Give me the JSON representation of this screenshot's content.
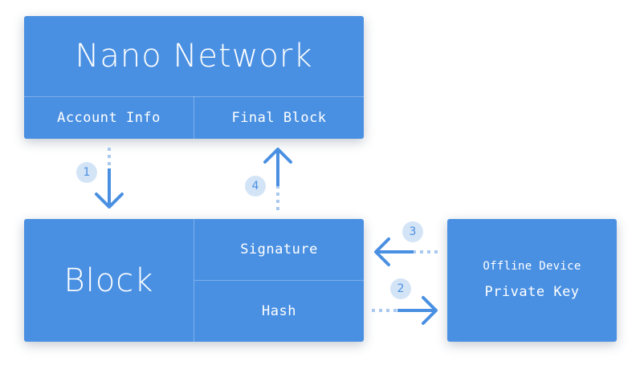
{
  "network": {
    "title": "Nano Network",
    "account_info": "Account Info",
    "final_block": "Final Block"
  },
  "block": {
    "title": "Block",
    "signature": "Signature",
    "hash": "Hash"
  },
  "device": {
    "subtitle": "Offline Device",
    "title": "Private Key"
  },
  "steps": [
    "1",
    "2",
    "3",
    "4"
  ],
  "colors": {
    "box": "#4a90e2",
    "arrow": "#4a90e2",
    "arrow_dots": "#a9c9ef",
    "step_bg": "#d4e4f7",
    "background": "#ffffff"
  }
}
